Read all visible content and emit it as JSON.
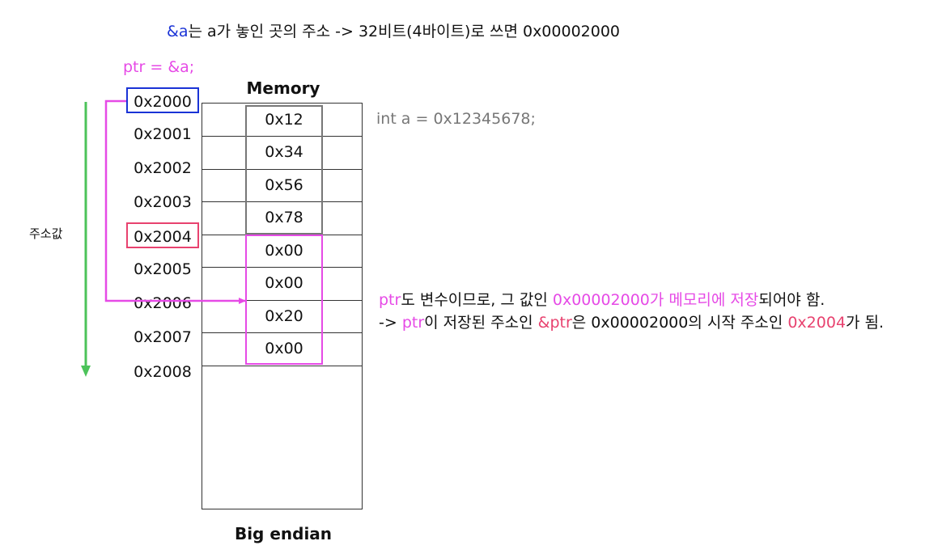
{
  "top_note": {
    "ref": "&a",
    "rest": "는 a가 놓인 곳의 주소 -> 32비트(4바이트)로 쓰면 0x00002000"
  },
  "ptr_decl": "ptr  =  &a;",
  "memory_title": "Memory",
  "addresses": [
    "0x2000",
    "0x2001",
    "0x2002",
    "0x2003",
    "0x2004",
    "0x2005",
    "0x2006",
    "0x2007",
    "0x2008"
  ],
  "cells": [
    "0x12",
    "0x34",
    "0x56",
    "0x78",
    "0x00",
    "0x00",
    "0x20",
    "0x00"
  ],
  "int_decl": "int a = 0x12345678;",
  "axis_label": "주소값",
  "note_line1": {
    "p1": "ptr",
    "p2": "도 변수이므로, 그 값인 ",
    "p3": "0x00002000가 메모리에 저장",
    "p4": "되어야 함."
  },
  "note_line2": {
    "p1": "-> ",
    "p2": "ptr",
    "p3": "이 저장된 주소인 ",
    "p4": "&ptr",
    "p5": "은 0x00002000의 시작 주소인 ",
    "p6": "0x2004",
    "p7": "가 됨."
  },
  "footer": "Big endian",
  "colors": {
    "blue": "#1a33d6",
    "pink": "#e64ae6",
    "red": "#e8426f",
    "green": "#4cc35a",
    "gray": "#777777"
  }
}
